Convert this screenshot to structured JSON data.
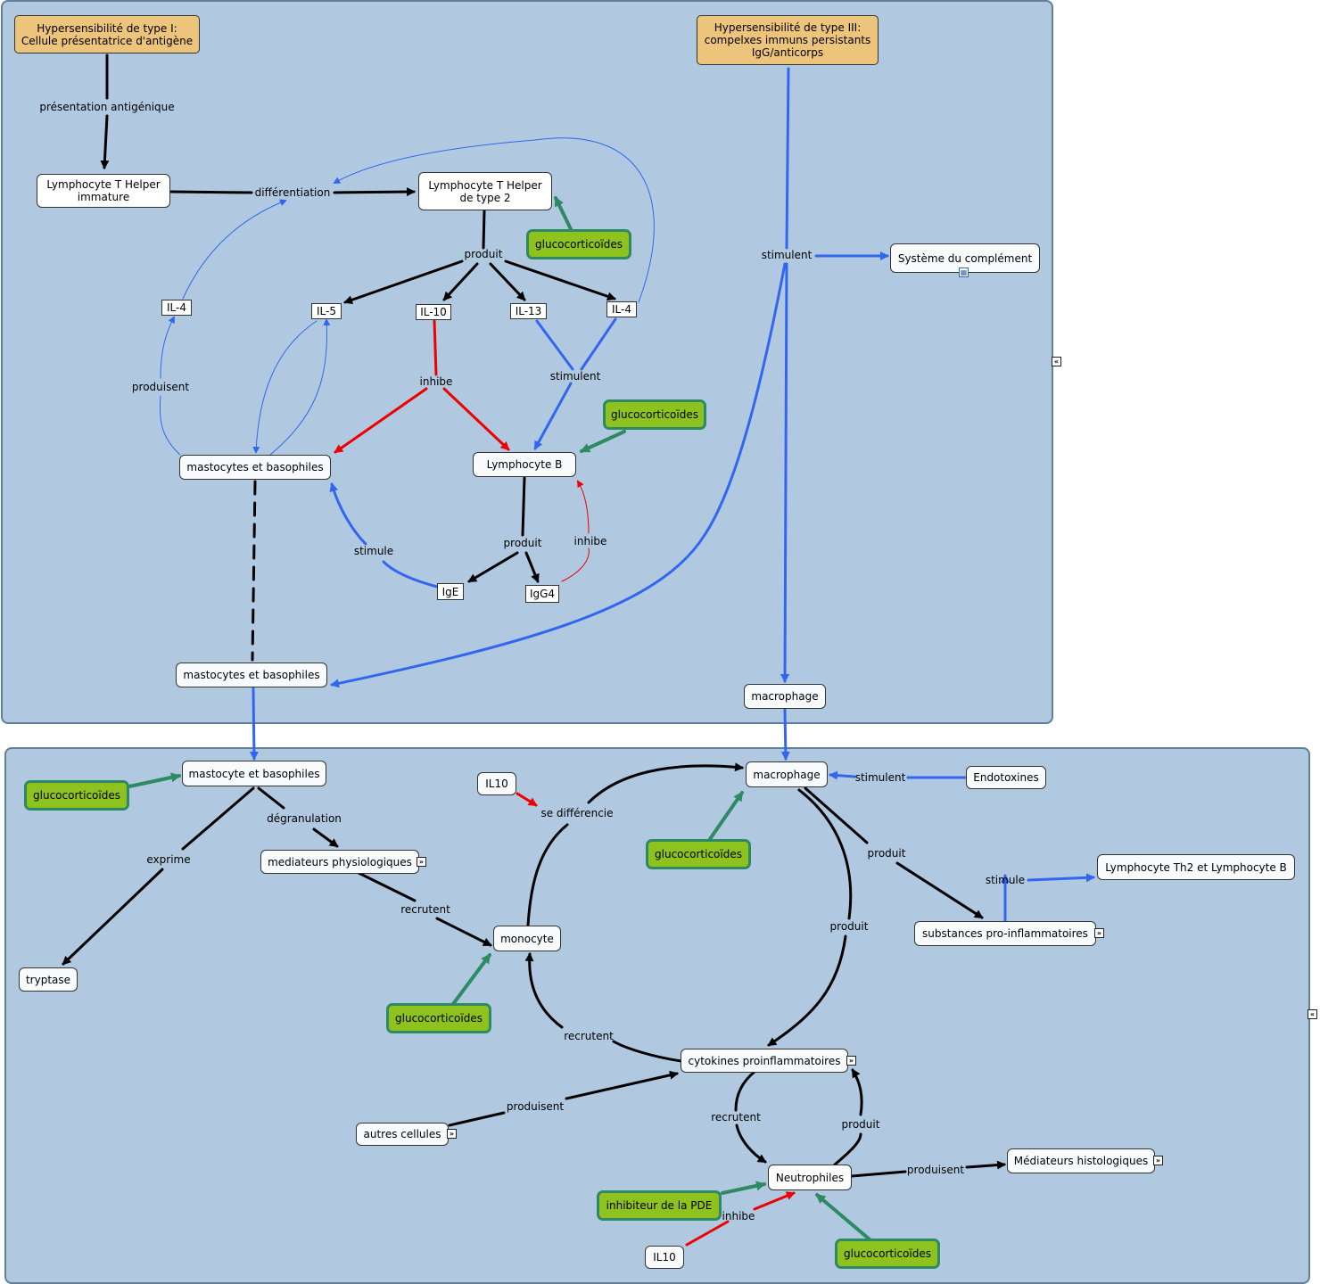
{
  "nodes": {
    "hyp1": "Hypersensibilité de type I:\nCellule présentatrice d'antigène",
    "hyp3": "Hypersensibilité de type III:\ncompelxes immuns persistants\nIgG/anticorps",
    "lth_immature": "Lymphocyte T Helper\nimmature",
    "lth2": "Lymphocyte T Helper\nde type 2",
    "gluco1": "glucocorticoïdes",
    "systeme": "Système du complément",
    "il4_left": "IL-4",
    "il5": "IL-5",
    "il10_box": "IL-10",
    "il13": "IL-13",
    "il4_right": "IL-4",
    "gluco2": "glucocorticoïdes",
    "masto1": "mastocytes et basophiles",
    "lymphoB": "Lymphocyte B",
    "ige": "IgE",
    "igg4": "IgG4",
    "masto2": "mastocytes et basophiles",
    "macrophage1": "macrophage",
    "gluco3": "glucocorticoïdes",
    "masto3": "mastocyte et basophiles",
    "il10_a": "IL10",
    "macrophage2": "macrophage",
    "endotoxines": "Endotoxines",
    "gluco4": "glucocorticoïdes",
    "mediateurs_phys": "mediateurs physiologiques",
    "lth2_b": "Lymphocyte Th2 et Lymphocyte B",
    "substances": "substances pro-inflammatoires",
    "monocyte": "monocyte",
    "tryptase": "tryptase",
    "gluco5": "glucocorticoïdes",
    "cytokines": "cytokines proinflammatoires",
    "autres": "autres cellules",
    "mediateurs_hist": "Médiateurs histologiques",
    "neutrophiles": "Neutrophiles",
    "inhibiteur": "inhibiteur de la PDE",
    "il10_b": "IL10",
    "gluco6": "glucocorticoïdes"
  },
  "labels": {
    "presentation": "présentation antigénique",
    "differentiation": "différentiation",
    "stimulent_top": "stimulent",
    "produit_top": "produit",
    "produisent_left": "produisent",
    "inhibe_mid": "inhibe",
    "stimulent_mid": "stimulent",
    "produit_b": "produit",
    "inhibe_b": "inhibe",
    "stimule_ige": "stimule",
    "se_differencie": "se différencie",
    "stimulent_endo": "stimulent",
    "degranulation": "dégranulation",
    "exprime": "exprime",
    "produit_macro": "produit",
    "stimule_sub": "stimule",
    "recrutent_med": "recrutent",
    "produit_macro2": "produit",
    "recrutent_cyto": "recrutent",
    "produisent_autres": "produisent",
    "recrutent_neutro": "recrutent",
    "produit_neutro": "produit",
    "produisent_neutro": "produisent",
    "inhibe_neutro": "inhibe"
  },
  "colors": {
    "panel_bg": "#b0c9e0",
    "panel_border": "#5f7f9b",
    "black_link": "#000000",
    "blue_link": "#3366ee",
    "red_link": "#ee0000",
    "green_link": "#2e8a62",
    "gluco_fill": "#8dc21f",
    "hyp_fill": "#ecc47c"
  },
  "icons": [
    "expand-icon",
    "collapse-icon",
    "concept-map-icon"
  ]
}
